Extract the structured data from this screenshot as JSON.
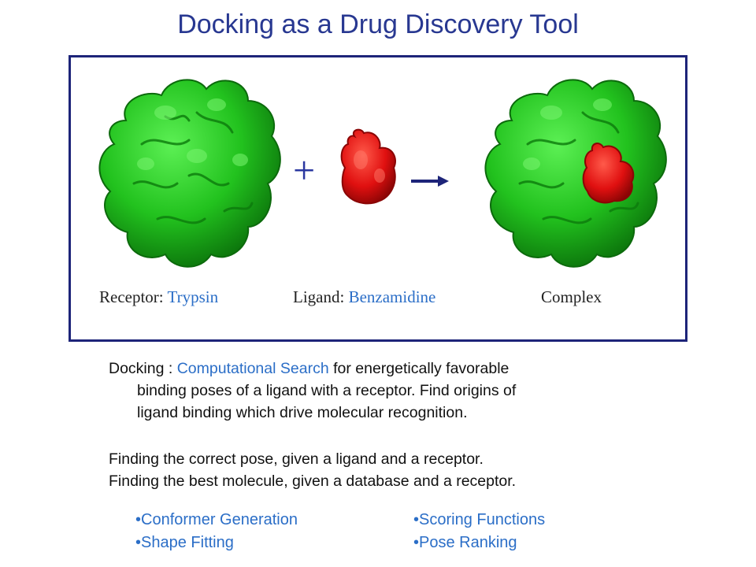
{
  "slide": {
    "title": "Docking as a Drug Discovery Tool"
  },
  "figure": {
    "receptor_label": "Receptor:",
    "receptor_name": "Trypsin",
    "ligand_label": "Ligand:",
    "ligand_name": "Benzamidine",
    "complex_label": "Complex",
    "plus_sign": "+",
    "colors": {
      "protein": "#22c21e",
      "ligand": "#e01010",
      "arrow": "#1d2479",
      "frame": "#1d2479"
    }
  },
  "description": {
    "docking_term": "Docking :",
    "highlight": "Computational Search",
    "line1_rest": "for energetically favorable",
    "line2": "binding poses of a ligand with a receptor. Find origins of",
    "line3": "ligand binding which drive molecular recognition.",
    "line4": "Finding the correct pose, given a ligand and a receptor.",
    "line5": "Finding the best molecule, given a database and a receptor."
  },
  "bullets": {
    "left": [
      "Conformer Generation",
      "Shape Fitting"
    ],
    "right": [
      "Scoring Functions",
      "Pose Ranking"
    ]
  }
}
